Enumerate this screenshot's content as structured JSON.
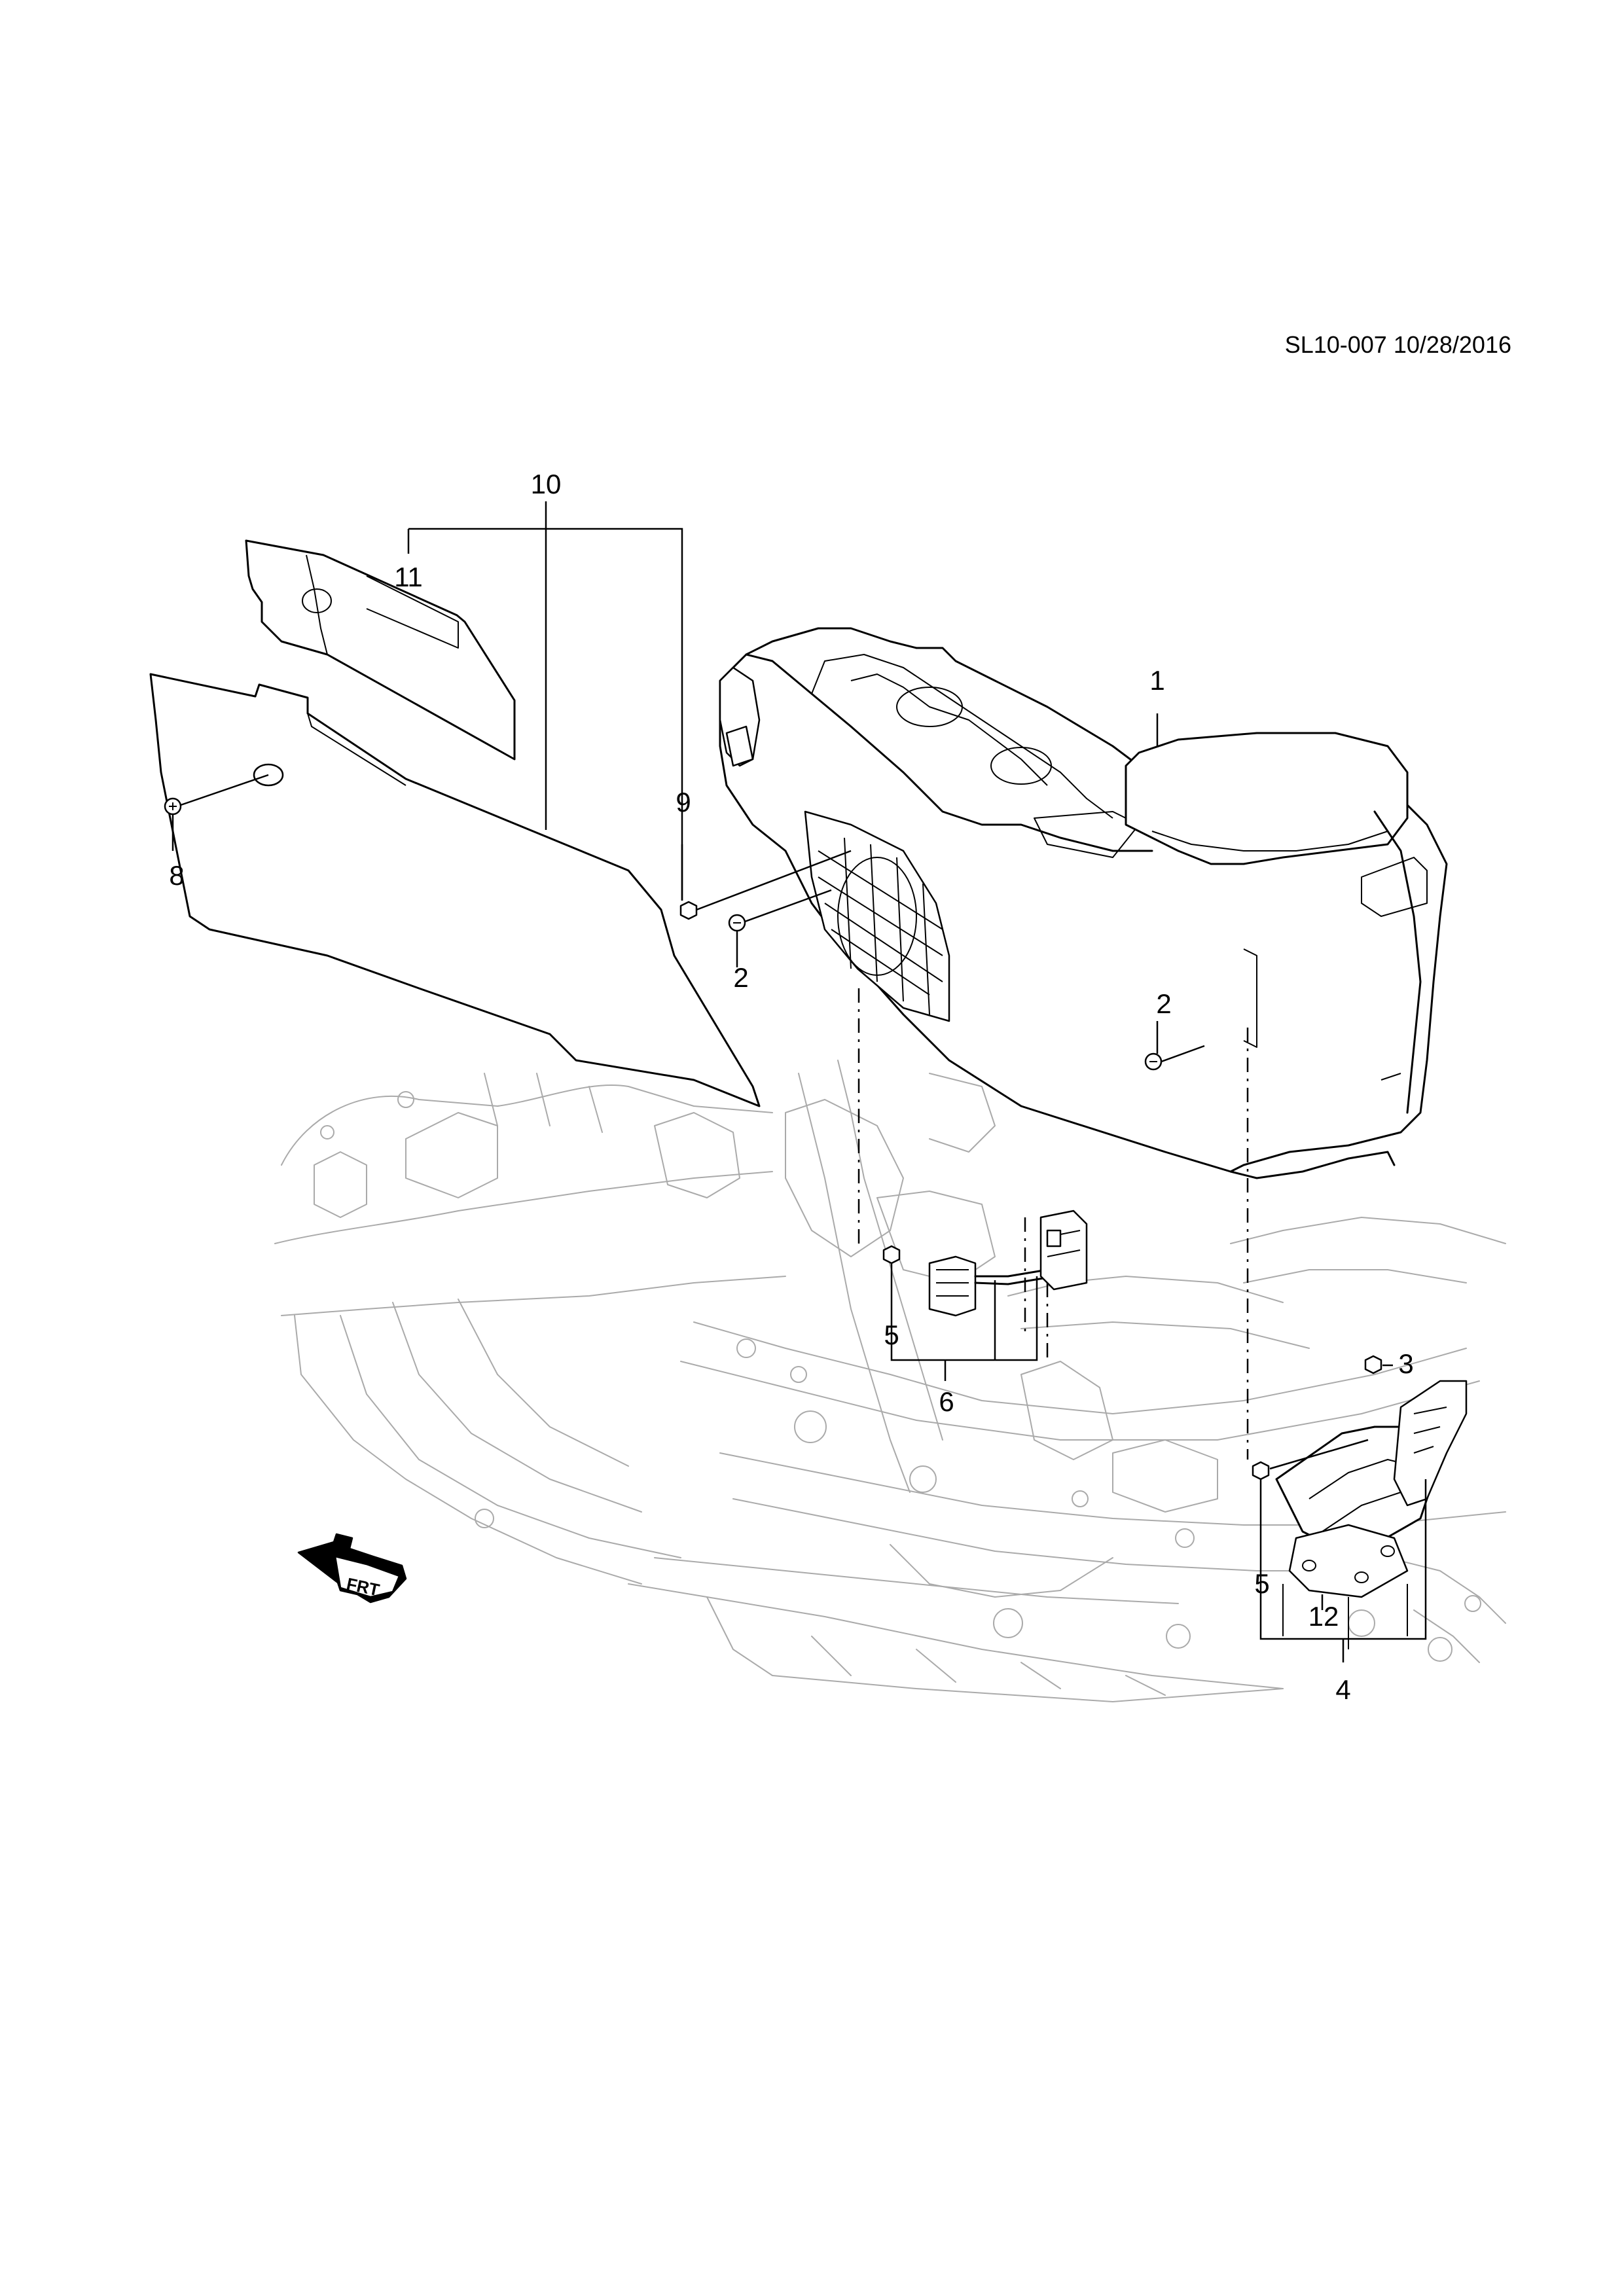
{
  "header": {
    "reference": "SL10-007 10/28/2016"
  },
  "callouts": [
    {
      "id": "callout-1",
      "label": "1"
    },
    {
      "id": "callout-2a",
      "label": "2"
    },
    {
      "id": "callout-2b",
      "label": "2"
    },
    {
      "id": "callout-3",
      "label": "3"
    },
    {
      "id": "callout-4",
      "label": "4"
    },
    {
      "id": "callout-5a",
      "label": "5"
    },
    {
      "id": "callout-5b",
      "label": "5"
    },
    {
      "id": "callout-6",
      "label": "6"
    },
    {
      "id": "callout-8",
      "label": "8"
    },
    {
      "id": "callout-9",
      "label": "9"
    },
    {
      "id": "callout-10",
      "label": "10"
    },
    {
      "id": "callout-11",
      "label": "11"
    },
    {
      "id": "callout-12",
      "label": "12"
    }
  ],
  "orientation_marker": {
    "text": "FRT",
    "icon": "front-direction-arrow-icon"
  },
  "colors": {
    "line": "#000000",
    "ghost_line": "#aaaaaa",
    "background": "#ffffff"
  }
}
